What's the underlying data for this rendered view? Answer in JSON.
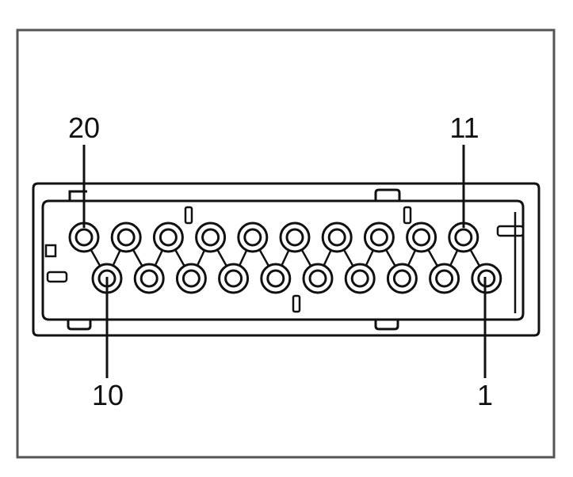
{
  "diagram": {
    "pin_labels": {
      "top_left": "20",
      "top_right": "11",
      "bottom_left": "10",
      "bottom_right": "1"
    },
    "pin_count": 20,
    "colors": {
      "line": "#111111",
      "frame": "#4a4a4a",
      "fill": "#ffffff"
    }
  }
}
